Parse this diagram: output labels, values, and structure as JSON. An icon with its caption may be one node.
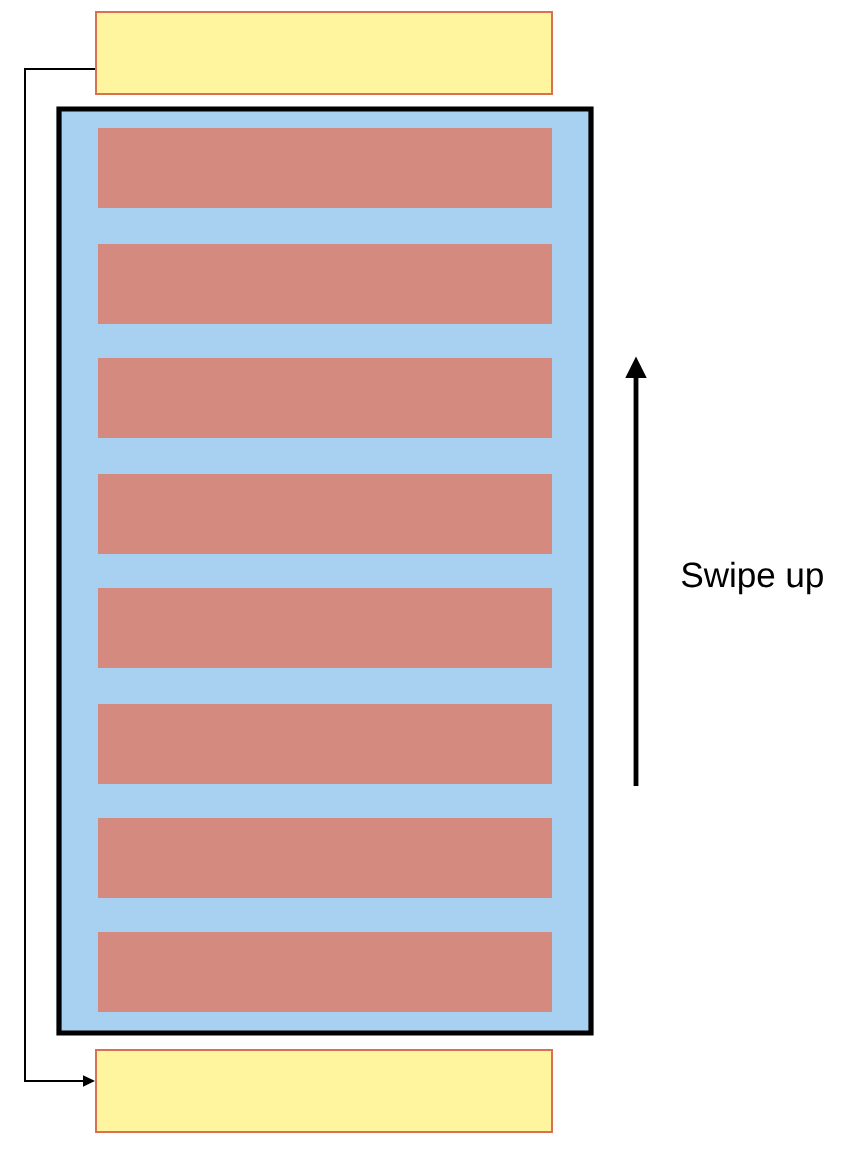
{
  "diagram": {
    "nodes": [
      {
        "text": [],
        "shape": "box"
      },
      {
        "text": [],
        "shape": "box"
      },
      {
        "text": [],
        "shape": "bar",
        "in": 1
      },
      {
        "text": [],
        "shape": "bar",
        "in": 1
      },
      {
        "text": [],
        "shape": "bar",
        "in": 1
      },
      {
        "text": [],
        "shape": "bar",
        "in": 1
      },
      {
        "text": [],
        "shape": "bar",
        "in": 1
      },
      {
        "text": [],
        "shape": "bar",
        "in": 1
      },
      {
        "text": [],
        "shape": "bar",
        "in": 1
      },
      {
        "text": [],
        "shape": "bar",
        "in": 1
      },
      {
        "text": [],
        "shape": "box"
      }
    ],
    "edges": [
      {
        "from": 0,
        "to": 10,
        "arrow": "to"
      }
    ],
    "labels": [
      "Swipe up"
    ]
  }
}
